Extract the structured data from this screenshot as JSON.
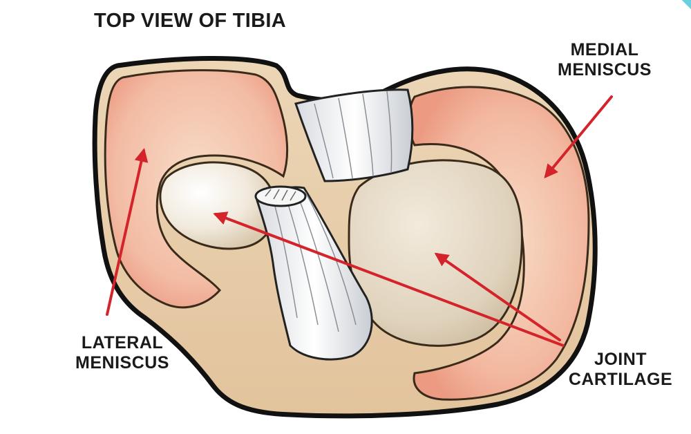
{
  "title": "TOP VIEW OF TIBIA",
  "labels": {
    "medial_meniscus": {
      "line1": "MEDIAL",
      "line2": "MENISCUS"
    },
    "lateral_meniscus": {
      "line1": "LATERAL",
      "line2": "MENISCUS"
    },
    "joint_cartilage": {
      "line1": "JOINT",
      "line2": "CARTILAGE"
    }
  },
  "colors": {
    "arrow": "#d4232b",
    "outline": "#111111",
    "bone": "#e9cfaa",
    "meniscus": "#f0a892",
    "cartilage": "#e3d7c4",
    "ligament": "#eef0f3"
  }
}
